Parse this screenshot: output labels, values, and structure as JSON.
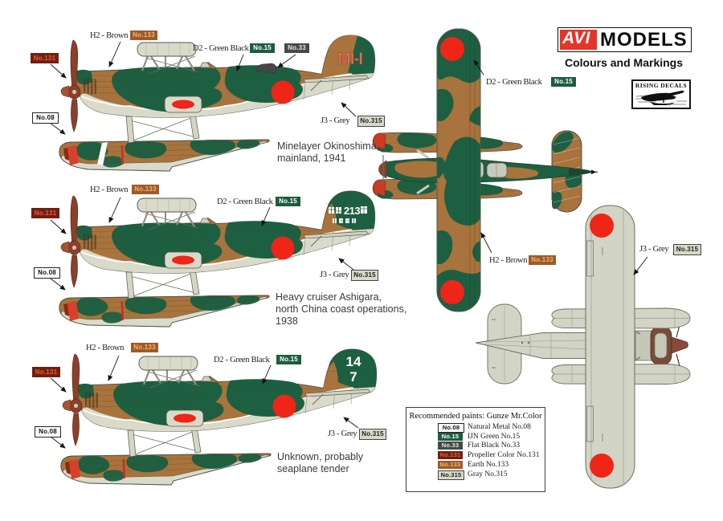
{
  "header": {
    "brand_left": "AVI",
    "brand_right": "MODELS",
    "tagline": "Colours and Markings",
    "rising_decals": "RISING DECALS"
  },
  "labels": {
    "h2_brown": "H2 - Brown",
    "d2_green_black": "D2 - Green Black",
    "j3_grey": "J3 - Grey"
  },
  "badges": {
    "no08": "No.08",
    "no15": "No.15",
    "no33": "No.33",
    "no131": "No.131",
    "no133": "No.133",
    "no315": "No.315"
  },
  "schemes": [
    {
      "caption_line1": "Minelayer Okinoshima,",
      "caption_line2": "mainland, 1941",
      "tail_code": "MI-I"
    },
    {
      "caption_line1": "Heavy cruiser Ashigara,",
      "caption_line2": "north China coast operations,",
      "caption_line3": "1938",
      "tail_code": "213"
    },
    {
      "caption_line1": "Unknown, probably",
      "caption_line2": "seaplane tender",
      "tail_code_top": "14",
      "tail_code_bottom": "7"
    }
  ],
  "legend": {
    "title": "Recommended paints: Gunze Mr.Color",
    "rows": [
      {
        "code": "No.08",
        "name": "Natural Metal No.08"
      },
      {
        "code": "No.15",
        "name": "IJN Green No.15"
      },
      {
        "code": "No.33",
        "name": "Flat Black No.33"
      },
      {
        "code": "No.131",
        "name": "Propeller Color No.131"
      },
      {
        "code": "No.133",
        "name": "Earth No.133"
      },
      {
        "code": "No.315",
        "name": "Gray No.315"
      }
    ]
  },
  "colors": {
    "camo_green": "#1d5f41",
    "camo_brown": "#a8733c",
    "airframe_light": "#d9dac9",
    "underside_grey": "#d2d4c5",
    "hinomaru_red": "#ee2517",
    "propeller_red": "#8c3f2a",
    "badge_green": "#1d5c40",
    "badge_black": "#474949",
    "badge_prop_red": "#701f12",
    "badge_earth": "#9a5c2c",
    "logo_red": "#e63428"
  }
}
